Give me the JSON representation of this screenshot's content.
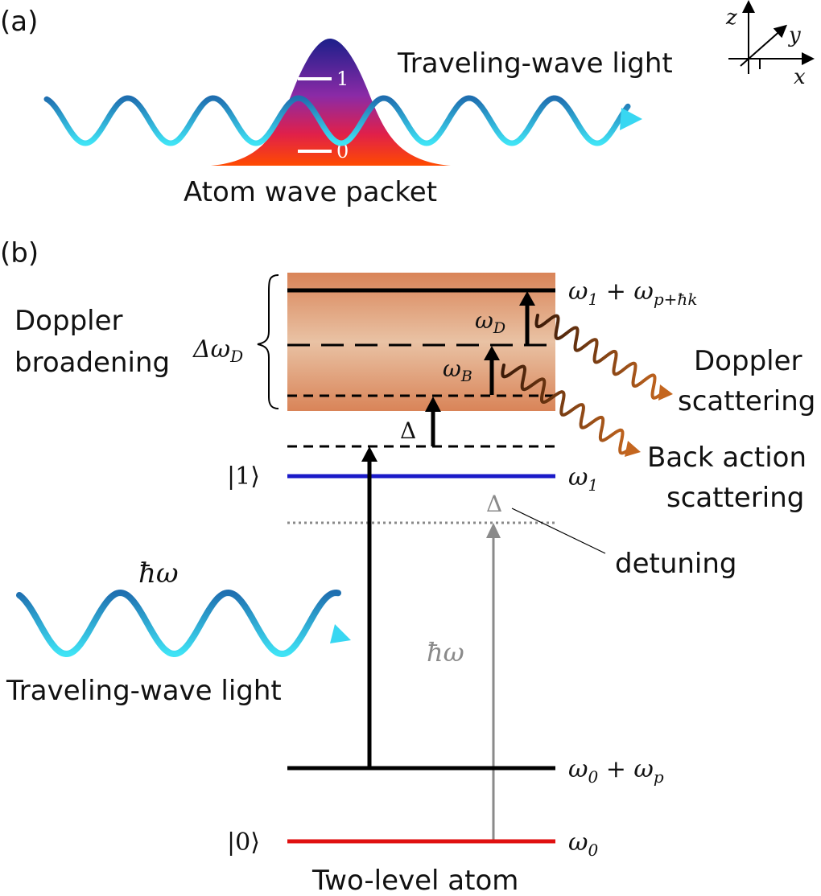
{
  "panel_a": {
    "label": "(a)",
    "light_label": "Traveling-wave light",
    "packet_label": "Atom wave packet",
    "level_1": "1",
    "level_0": "0",
    "axes": {
      "z": "z",
      "y": "y",
      "x": "x"
    }
  },
  "panel_b": {
    "label": "(b)",
    "doppler_broadening": [
      "Doppler",
      "broadening"
    ],
    "delta_omega_d": "Δω",
    "delta_omega_d_sub": "D",
    "top_level": {
      "base": "ω",
      "sub1": "1",
      "plus": " + ω",
      "sub2": "p+ħk"
    },
    "omega_d": {
      "base": "ω",
      "sub": "D"
    },
    "omega_b": {
      "base": "ω",
      "sub": "B"
    },
    "delta": "Δ",
    "ket_1": "|1⟩",
    "ket_0": "|0⟩",
    "omega_1": {
      "base": "ω",
      "sub": "1"
    },
    "omega_0p": {
      "base": "ω",
      "sub1": "0",
      "plus": " + ω",
      "sub2": "p"
    },
    "omega_0": {
      "base": "ω",
      "sub": "0"
    },
    "gray_delta": "Δ",
    "detuning": "detuning",
    "hbar_omega_gray": "ħω",
    "hbar_omega_wave": "ħω",
    "light_label": "Traveling-wave light",
    "doppler_scattering": [
      "Doppler",
      "scattering"
    ],
    "back_action_scattering": [
      "Back action",
      "scattering"
    ],
    "two_level_atom": "Two-level atom"
  },
  "colors": {
    "band": "#d98a5e",
    "level_1": "#1a1ac8",
    "level_0": "#e01010",
    "wave_light": "#36d7f2",
    "wave_dark": "#1f6fb0",
    "scatter": "#b55a1e",
    "gray": "#8a8a8a"
  }
}
